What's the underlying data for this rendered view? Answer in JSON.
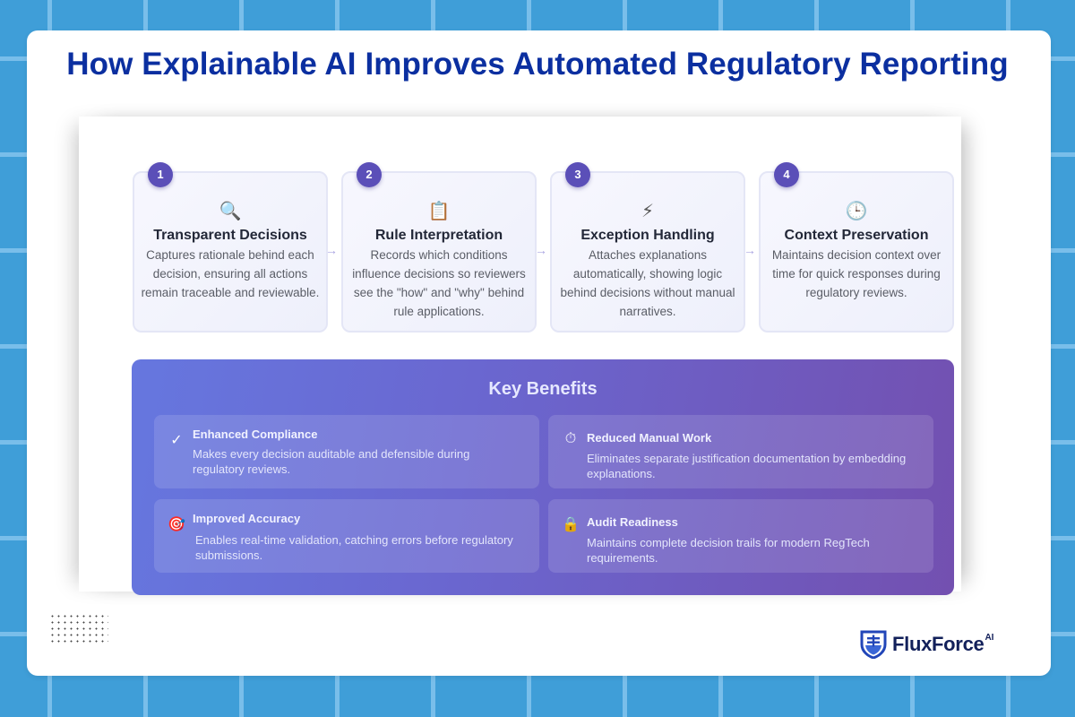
{
  "title": "How Explainable AI Improves Automated Regulatory Reporting",
  "steps": [
    {
      "number": "1",
      "icon": "🔍",
      "icon_name": "magnifier-icon",
      "title": "Transparent Decisions",
      "description": "Captures rationale behind each decision, ensuring all actions remain traceable and reviewable."
    },
    {
      "number": "2",
      "icon": "📋",
      "icon_name": "clipboard-icon",
      "title": "Rule Interpretation",
      "description": "Records which conditions influence decisions so reviewers see the \"how\" and \"why\" behind rule applications."
    },
    {
      "number": "3",
      "icon": "⚡",
      "icon_name": "lightning-icon",
      "title": "Exception Handling",
      "description": "Attaches explanations automatically, showing logic behind decisions without manual narratives."
    },
    {
      "number": "4",
      "icon": "🕒",
      "icon_name": "clock-icon",
      "title": "Context Preservation",
      "description": "Maintains decision context over time for quick responses during regulatory reviews."
    }
  ],
  "arrow_glyph": "→",
  "benefits": {
    "title": "Key Benefits",
    "items": [
      {
        "icon": "✓",
        "icon_name": "checkmark-icon",
        "title": "Enhanced Compliance",
        "description": "Makes every decision auditable and defensible during regulatory reviews."
      },
      {
        "icon": "⏱",
        "icon_name": "stopwatch-icon",
        "title": "Reduced Manual Work",
        "description": "Eliminates separate justification documentation by embedding explanations."
      },
      {
        "icon": "🎯",
        "icon_name": "target-icon",
        "title": "Improved Accuracy",
        "description": "Enables real-time validation, catching errors before regulatory submissions."
      },
      {
        "icon": "🔒",
        "icon_name": "lock-icon",
        "title": "Audit Readiness",
        "description": "Maintains complete decision trails for modern RegTech requirements."
      }
    ]
  },
  "brand": {
    "name": "FluxForce",
    "suffix": "AI"
  },
  "colors": {
    "title": "#0b2fa0",
    "badge": "#5b4fb8",
    "background": "#3f9ed8",
    "benefits_start": "#6677df",
    "benefits_end": "#7350b0"
  }
}
